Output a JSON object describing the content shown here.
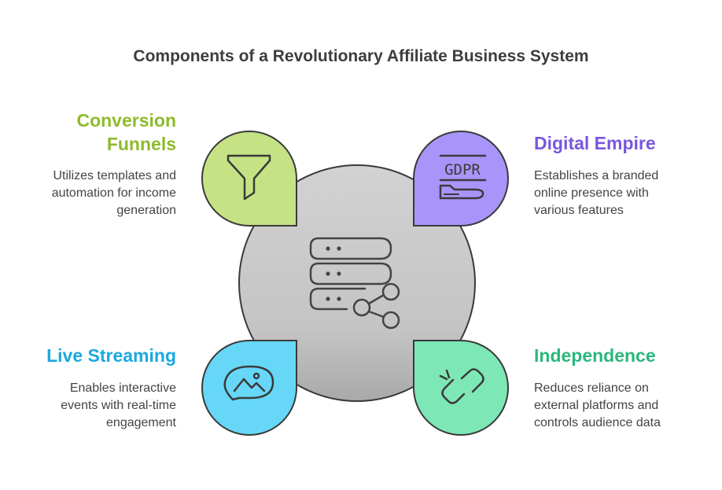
{
  "title": "Components of a Revolutionary Affiliate Business System",
  "center": {
    "icon": "server-share-icon"
  },
  "items": [
    {
      "label": "Conversion\nFunnels",
      "description": "Utilizes templates and\nautomation for income\ngeneration",
      "color": "#c5e384",
      "icon": "funnel-icon"
    },
    {
      "label": "Digital Empire",
      "description": "Establishes a branded\nonline presence with\nvarious features",
      "color": "#a994f9",
      "icon": "gdpr-icon",
      "icon_text": "GDPR"
    },
    {
      "label": "Live Streaming",
      "description": "Enables interactive\nevents with real-time\nengagement",
      "color": "#66d7f7",
      "icon": "chat-image-icon"
    },
    {
      "label": "Independence",
      "description": "Reduces reliance on\nexternal platforms and\ncontrols audience data",
      "color": "#7de7b6",
      "icon": "broken-link-icon"
    }
  ]
}
